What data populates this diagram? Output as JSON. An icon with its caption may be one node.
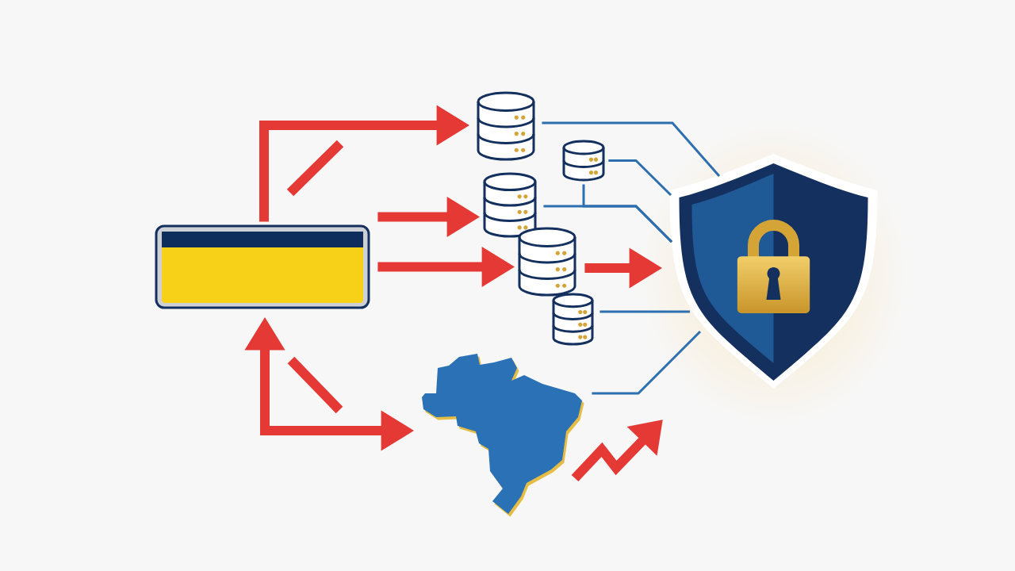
{
  "diagram": {
    "nodes": [
      {
        "text": [],
        "shape": "picture"
      },
      {
        "text": [],
        "shape": "cylinder"
      },
      {
        "text": [],
        "shape": "cylinder"
      },
      {
        "text": [],
        "shape": "cylinder"
      },
      {
        "text": [],
        "shape": "cylinder"
      },
      {
        "text": [],
        "shape": "cylinder"
      },
      {
        "text": [],
        "shape": "picture"
      },
      {
        "text": [],
        "shape": "picture"
      }
    ],
    "edges": [
      {
        "from": 0,
        "to": 1,
        "arrow": "to",
        "style": "thick",
        "color": "#e53935"
      },
      {
        "from": 0,
        "to": 3,
        "arrow": "to",
        "style": "thick",
        "color": "#e53935"
      },
      {
        "from": 0,
        "to": 4,
        "arrow": "to",
        "style": "thick",
        "color": "#e53935"
      },
      {
        "from": 4,
        "to": 6,
        "arrow": "to",
        "style": "thick",
        "color": "#e53935"
      },
      {
        "from": 0,
        "to": 7,
        "arrow": "both",
        "style": "thick",
        "color": "#e53935"
      },
      {
        "from": 1,
        "to": 6,
        "arrow": "none"
      },
      {
        "from": 2,
        "to": 6,
        "arrow": "none"
      },
      {
        "from": 3,
        "to": 6,
        "arrow": "none"
      },
      {
        "from": 2,
        "to": 6,
        "arrow": "none"
      },
      {
        "from": 5,
        "to": 6,
        "arrow": "none"
      },
      {
        "from": 7,
        "to": 6,
        "arrow": "none"
      }
    ]
  }
}
